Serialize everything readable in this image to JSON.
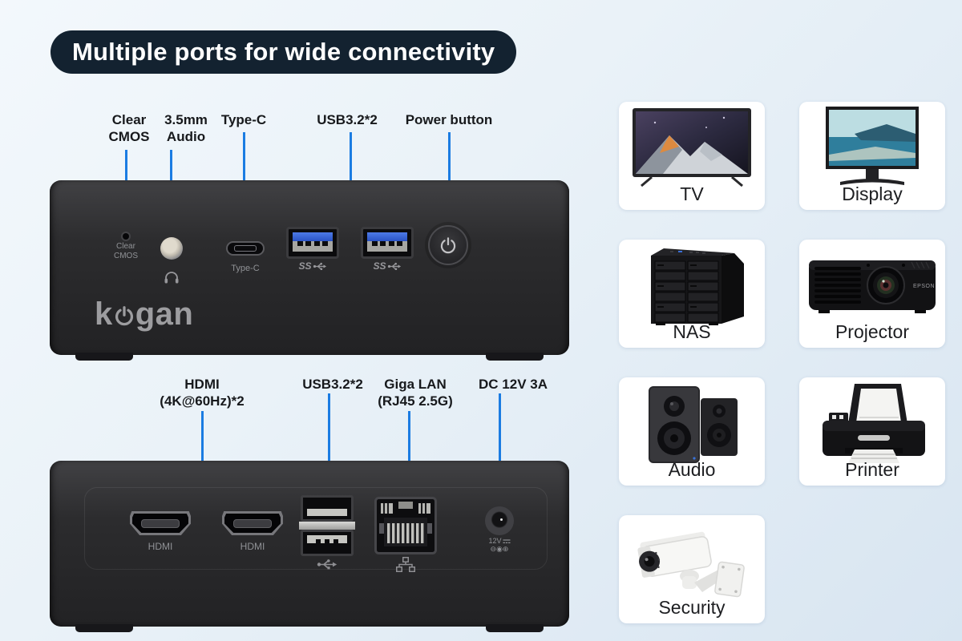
{
  "title": "Multiple ports for wide connectivity",
  "brand_logo": {
    "part1": "k",
    "part2": "gan"
  },
  "front_view": {
    "callouts": {
      "clear_cmos": {
        "line1": "Clear",
        "line2": "CMOS"
      },
      "audio": {
        "line1": "3.5mm",
        "line2": "Audio"
      },
      "type_c": {
        "line1": "Type-C"
      },
      "usb": {
        "line1": "USB3.2*2"
      },
      "power": {
        "line1": "Power button"
      }
    },
    "markings": {
      "clear_line1": "Clear",
      "clear_line2": "CMOS",
      "type_c": "Type-C",
      "superspeed": "SS"
    }
  },
  "rear_view": {
    "callouts": {
      "hdmi": {
        "line1": "HDMI",
        "line2": "(4K@60Hz)*2"
      },
      "usb": {
        "line1": "USB3.2*2"
      },
      "lan": {
        "line1": "Giga LAN",
        "line2": "(RJ45 2.5G)"
      },
      "dc": {
        "line1": "DC 12V 3A"
      }
    },
    "markings": {
      "hdmi": "HDMI",
      "dc_line1": "12V",
      "dc_line2": "⊖◉⊕"
    }
  },
  "connected_devices": [
    {
      "name": "TV"
    },
    {
      "name": "Display"
    },
    {
      "name": "NAS"
    },
    {
      "name": "Projector",
      "brand": "EPSON"
    },
    {
      "name": "Audio"
    },
    {
      "name": "Printer"
    },
    {
      "name": "Security"
    }
  ],
  "colors": {
    "accent": "#1b7ce2",
    "title_bg": "#132230",
    "device_body": "#2c2c2e",
    "card_bg": "#ffffff"
  }
}
